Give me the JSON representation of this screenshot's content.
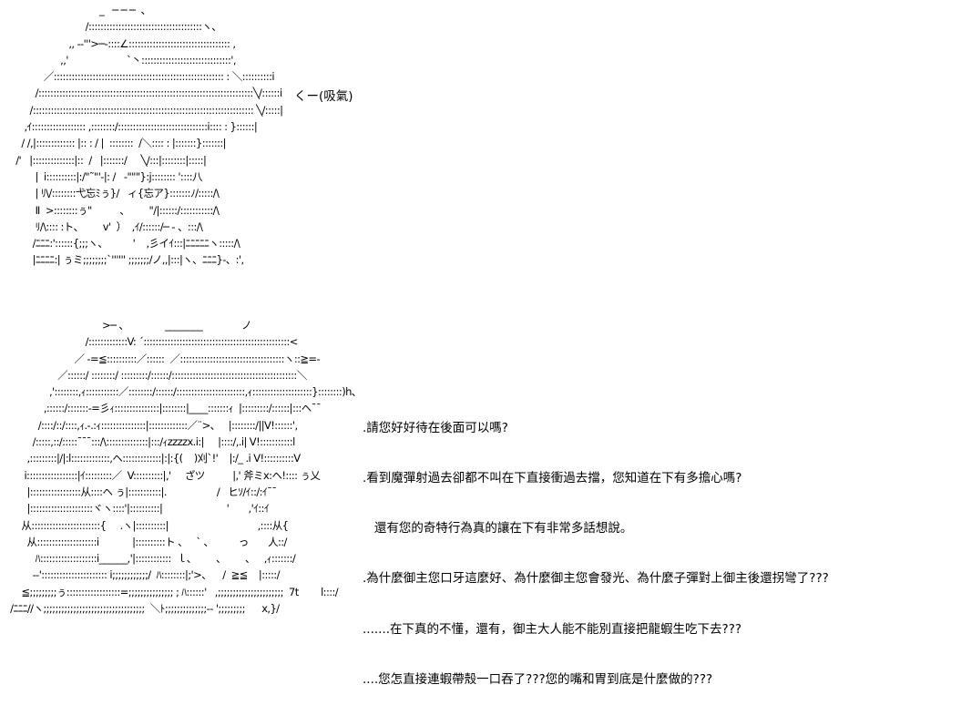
{
  "top_panel": {
    "art_lines": [
      "                                   _   ─ ─ ─  、",
      "                              /::::::::::::::::::::::::::::::::::::::ヽ、",
      "                        ,, -‐'''>─‐::::∠:::::::::::::::::::::::::::::::::: ,",
      "                     ,,'                     `丶::::::::::::::::::::::::::::::',",
      "               ／::::::::::::::::::::::::::::::::::::::::::::::::::::::::: : ＼::::::::::i",
      "            /::::::::::::::::::::::::::::::::::::::::::::::::::::::::::::::::::::::::╲/::::::i",
      "          /:::::::::::::::::::::::::::::::::::::::::::::::::::::::::::::::::::::::::: ╲/:::::|",
      "        ,ｲ:::::::::::::::::: ,::::::::/::::::::::::::::::::::::::::::i:::: : }::::::|",
      "       / /,|::::::::::::: |:: : / |  ::::::::  /＼:::: : |:::::::}:::::::|",
      "     /'   |::::::::::::::|::  /   |:::::::/     ╲/:::|::::::::|:::::|",
      "            |  i::::::::::|:/\"˜\"'-|: /   ‐\"\"\"}:j:::::::: '::::八",
      "            | ﾘ\\/::::::::弋忘ﾐぅ}/   ィ{忘ア}:::::::ﾉ/:::::/\\",
      "            Ⅱ  >::::::::ぅ\"          、       \"/|::::::/:::::::::::/\\",
      "            ﾘ/\\:::: :ト、       v'  ）  ,ｲ/::::::/─ - 、:::/\\",
      "           /ﾆﾆﾆ:'::::::{;;;ヽ、         '    ,彡イｲ:::|ﾆﾆﾆﾆﾆヽ:::::/\\",
      "           |ﾆﾆﾆﾆ:| ぅミ;;;;;;;;`'''''' ;;;;;;;/ノ,,|:::|ヽ、ﾆﾆﾆ}-、:',"
    ],
    "caption": "くー(吸氣)"
  },
  "bottom_panel": {
    "art_lines": [
      "                                    >─ 、             ________              ノ",
      "                              /:::::::::::::V: ´:::::::::::::::::::::::::::::::::::::::::::::::::<",
      "                          ／ ‐=≦::::::::::／::::::  ／:::::::::::::::::::::::::::::::::::ヽ::≧=‐",
      "                    ／::::::/ ::::::::/ :::::::::/::::::/::::::::::::::::::::::::::::::::::::::::::＼",
      "                 ,'::::::::,ｨ:::::::::::／::::::::/::::::/:::::::::::::::::::::::,ｨ::::::::::::::::::::}::::::::)h、",
      "               ,::::::/:::::::‐=彡ｨ:::::::::::::::|::::::::|____:::::::ｨ  |:::::::::/::::::|:::ヘ¯¯",
      "             /::::/::/::::,ｨ.-.:ｨ:::::::::::::::|:::::::::::::／¨>、   |::::::::/||V!::::::',",
      "           /:::::,::/:::::¯¯¯:::/\\::::::::::::::|:::/ｨzzzzx.i:|     |::::/,.i| V!:::::::::::l",
      "         ,:::::::::|/|:l:::::::::::::,ヘ:::::::::::::|:|:{(    )刈`!'    |:/_ .i V!::::::::::V",
      "        i:::::::::::::::::|ｲ:::::::::／  V::::::::::|,'     ざツ          |,' 斧ミx:ヘ!:::: ぅ乂",
      "         |:::::::::::::::::从::::ヘ ぅ|:::::::::::|.                  /   ヒｿ/ｲ::/:ｲ¯¯",
      "         |:::::::::::::::::::::ヾヽ::::'|::::::::::|                       '       ,'ｲ::ｲ",
      "       从:::::::::::::::::::::::{     .ヽ|::::::::::|                                ,::::从{",
      "         从::::::::::::::::::::i            |::::::::::ト 、   ` 、         っ       人::/",
      "            ﾊ:::::::::::::::::::i______,'|::::::::::::  ｌ、       、       ､     ,ｨ:::::::/",
      "           ‐‐':::::::::::::::::::::: i;;;;;;;;;;;;/  ﾊ::::::::|;'>、    /  ≧≦    |:::::/",
      "       ≦;;;;;;;;;ぅ::::::::::::::::::=;;;;;;;;;;;;;;; ; ﾊ::::::'   ,;;;;;;;;;;;;;;;;;;;;;;  7t        l::::/",
      "   /ﾆﾆﾆ//ヽ;;;;;;;;;;;;;;;;;;;;;;;;;;;;;;;;;;  ＼ﾄ;;;;;;;;;;;;;;‐‐ ';;;;;;;;;      x,}/"
    ],
    "dialogue": [
      ".請您好好待在後面可以嗎?",
      ".看到魔彈射過去卻都不叫在下直接衝過去擋，您知道在下有多擔心嗎?",
      "   還有您的奇特行為真的讓在下有非常多話想說。",
      ".為什麼御主您口牙這麼好、為什麼御主您會發光、為什麼子彈對上御主後還拐彎了???",
      ".......在下真的不懂，還有，御主大人能不能別直接把龍蝦生吃下去???",
      "....您怎直接連蝦帶殼一口吞了???您的嘴和胃到底是什麼做的???"
    ]
  }
}
